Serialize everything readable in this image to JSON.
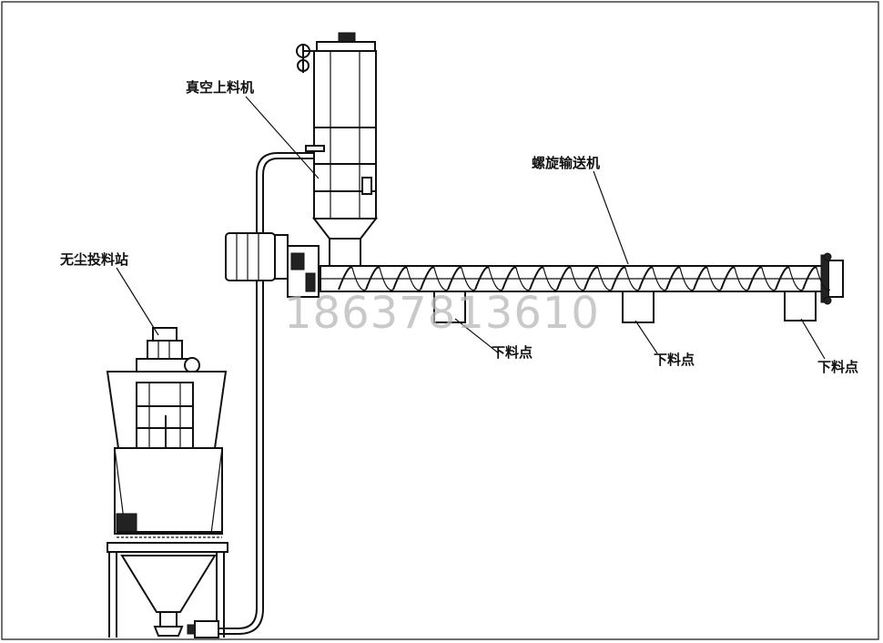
{
  "labels": {
    "vacuum_loader": "真空上料机",
    "screw_conveyor": "螺旋输送机",
    "dust_free_station": "无尘投料站",
    "discharge_point_1": "下料点",
    "discharge_point_2": "下料点",
    "discharge_point_3": "下料点"
  },
  "watermark": "18637813610",
  "colors": {
    "line": "#111111",
    "background": "#ffffff",
    "watermark": "#b8b8b8"
  }
}
